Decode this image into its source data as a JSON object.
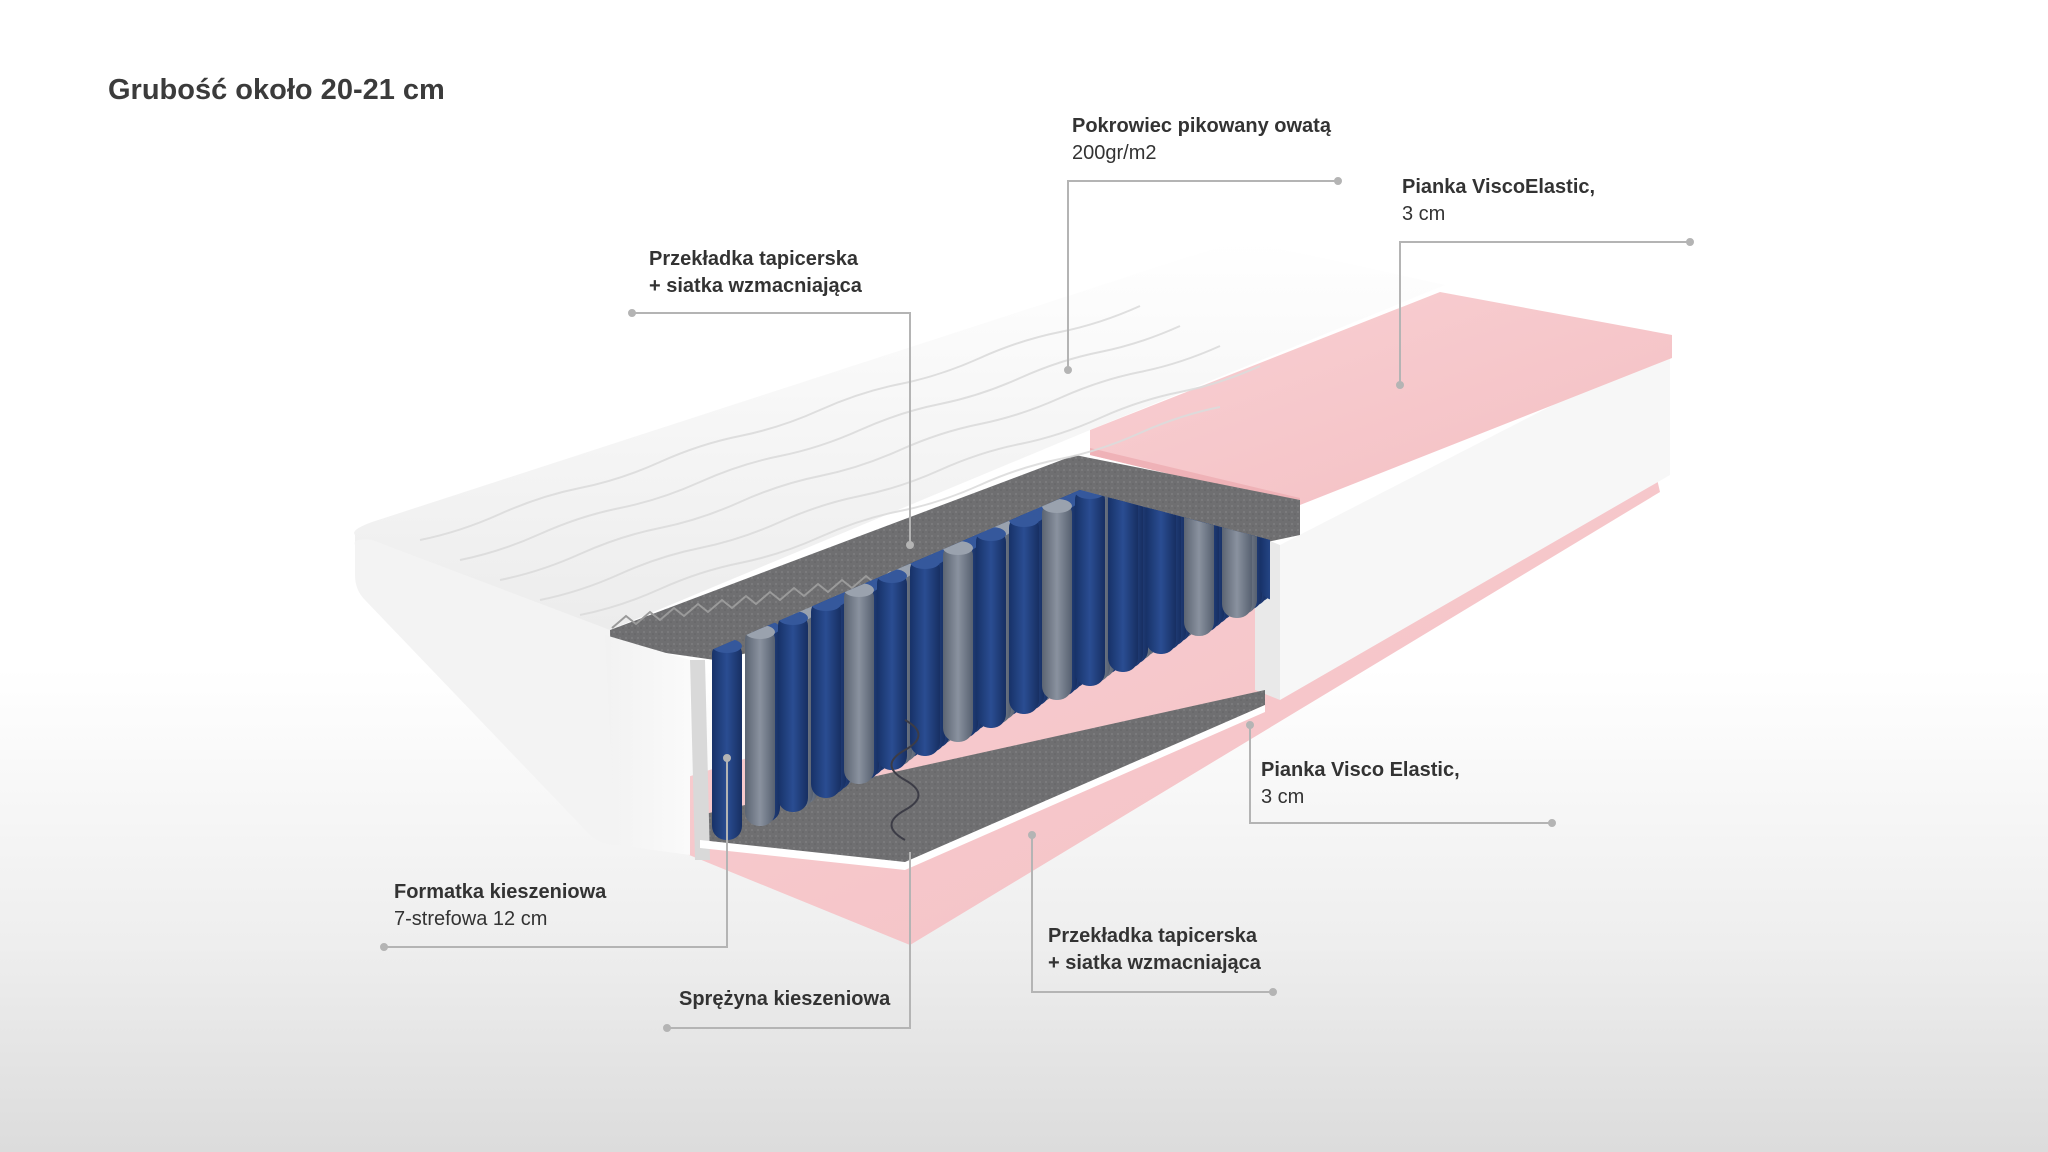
{
  "title": "Grubość około 20-21 cm",
  "colors": {
    "quilted_cover": "#f4f4f4",
    "visco_foam": "#f6c6c9",
    "felt_layer": "#6e6e70",
    "spring_blue": "#1f3d7a",
    "spring_grey": "#6b7584",
    "callout_line": "#b4b4b4"
  },
  "callouts": [
    {
      "id": "cover",
      "line1": "Pokrowiec pikowany owatą",
      "line2": "200gr/m2"
    },
    {
      "id": "visco-top",
      "line1": "Pianka ViscoElastic,",
      "line2": "3 cm"
    },
    {
      "id": "spacer-top",
      "line1": "Przekładka tapicerska",
      "line2": "+ siatka wzmacniająca"
    },
    {
      "id": "visco-bottom",
      "line1": "Pianka Visco Elastic,",
      "line2": "3 cm"
    },
    {
      "id": "pocket-frame",
      "line1": "Formatka kieszeniowa",
      "line2": "7-strefowa 12 cm"
    },
    {
      "id": "spacer-bottom",
      "line1": "Przekładka tapicerska",
      "line2": "+ siatka wzmacniająca"
    },
    {
      "id": "pocket-spring",
      "line1": "Sprężyna kieszeniowa",
      "line2": ""
    }
  ]
}
